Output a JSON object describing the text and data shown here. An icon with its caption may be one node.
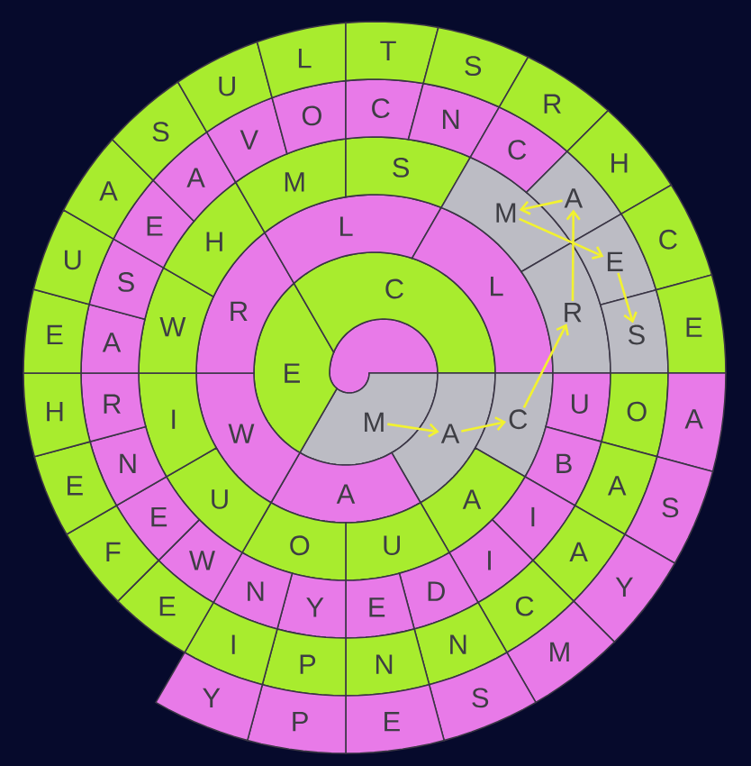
{
  "diagram": {
    "nodes": [
      {
        "text": [],
        "shape": "hook"
      },
      {
        "text": [
          "M"
        ]
      },
      {
        "text": [
          "E"
        ]
      },
      {
        "text": [
          "C"
        ]
      },
      {
        "text": [
          "A"
        ]
      },
      {
        "text": [
          "A"
        ]
      },
      {
        "text": [
          "W"
        ]
      },
      {
        "text": [
          "R"
        ]
      },
      {
        "text": [
          "L"
        ]
      },
      {
        "text": [
          "L"
        ]
      },
      {
        "text": [
          "C"
        ]
      },
      {
        "text": [
          "A"
        ]
      },
      {
        "text": [
          "U"
        ]
      },
      {
        "text": [
          "O"
        ]
      },
      {
        "text": [
          "U"
        ]
      },
      {
        "text": [
          "I"
        ]
      },
      {
        "text": [
          "W"
        ]
      },
      {
        "text": [
          "H"
        ]
      },
      {
        "text": [
          "M"
        ]
      },
      {
        "text": [
          "S"
        ]
      },
      {
        "text": [
          "M"
        ]
      },
      {
        "text": [
          "R"
        ]
      },
      {
        "text": [
          "U"
        ]
      },
      {
        "text": [
          "B"
        ]
      },
      {
        "text": [
          "I"
        ]
      },
      {
        "text": [
          "I"
        ]
      },
      {
        "text": [
          "D"
        ]
      },
      {
        "text": [
          "E"
        ]
      },
      {
        "text": [
          "Y"
        ]
      },
      {
        "text": [
          "N"
        ]
      },
      {
        "text": [
          "W"
        ]
      },
      {
        "text": [
          "E"
        ]
      },
      {
        "text": [
          "N"
        ]
      },
      {
        "text": [
          "R"
        ]
      },
      {
        "text": [
          "A"
        ]
      },
      {
        "text": [
          "S"
        ]
      },
      {
        "text": [
          "E"
        ]
      },
      {
        "text": [
          "A"
        ]
      },
      {
        "text": [
          "V"
        ]
      },
      {
        "text": [
          "O"
        ]
      },
      {
        "text": [
          "C"
        ]
      },
      {
        "text": [
          "N"
        ]
      },
      {
        "text": [
          "C"
        ]
      },
      {
        "text": [
          "A"
        ]
      },
      {
        "text": [
          "E"
        ]
      },
      {
        "text": [
          "S"
        ]
      },
      {
        "text": [
          "O"
        ]
      },
      {
        "text": [
          "A"
        ]
      },
      {
        "text": [
          "A"
        ]
      },
      {
        "text": [
          "C"
        ]
      },
      {
        "text": [
          "N"
        ]
      },
      {
        "text": [
          "N"
        ]
      },
      {
        "text": [
          "P"
        ]
      },
      {
        "text": [
          "I"
        ]
      },
      {
        "text": [
          "E"
        ]
      },
      {
        "text": [
          "F"
        ]
      },
      {
        "text": [
          "E"
        ]
      },
      {
        "text": [
          "H"
        ]
      },
      {
        "text": [
          "E"
        ]
      },
      {
        "text": [
          "U"
        ]
      },
      {
        "text": [
          "A"
        ]
      },
      {
        "text": [
          "S"
        ]
      },
      {
        "text": [
          "U"
        ]
      },
      {
        "text": [
          "L"
        ]
      },
      {
        "text": [
          "T"
        ]
      },
      {
        "text": [
          "S"
        ]
      },
      {
        "text": [
          "R"
        ]
      },
      {
        "text": [
          "H"
        ]
      },
      {
        "text": [
          "C"
        ]
      },
      {
        "text": [
          "E"
        ]
      },
      {
        "text": [
          "A"
        ]
      },
      {
        "text": [
          "S"
        ]
      },
      {
        "text": [
          "Y"
        ]
      },
      {
        "text": [
          "M"
        ]
      },
      {
        "text": [
          "S"
        ]
      },
      {
        "text": [
          "E"
        ]
      },
      {
        "text": [
          "P"
        ]
      },
      {
        "text": [
          "Y"
        ]
      }
    ],
    "edges": [
      {
        "from": 1,
        "to": 4,
        "arrow": "to"
      },
      {
        "from": 4,
        "to": 10,
        "arrow": "to"
      },
      {
        "from": 10,
        "to": 21,
        "arrow": "to"
      },
      {
        "from": 21,
        "to": 43,
        "arrow": "to"
      },
      {
        "from": 43,
        "to": 20,
        "arrow": "to"
      },
      {
        "from": 20,
        "to": 44,
        "arrow": "to"
      },
      {
        "from": 44,
        "to": 45,
        "arrow": "to"
      }
    ]
  }
}
